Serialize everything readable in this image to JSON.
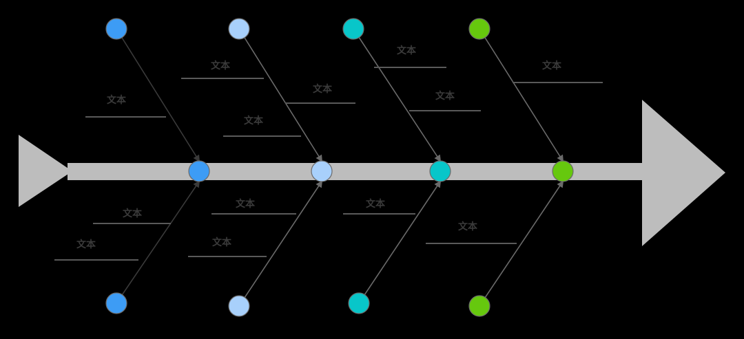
{
  "colors": {
    "background": "#000000",
    "spine": "#bdbdbd",
    "label_text": "#3a3a3a",
    "label_line": "#5a5a5a",
    "bone_dark": "#3a3a3a",
    "bone_light": "#6a6a6a",
    "node_stroke": "#6b6b6b"
  },
  "categories": [
    {
      "color": "#3d9cf5",
      "dark_bone": true
    },
    {
      "color": "#a8d0fb",
      "dark_bone": false
    },
    {
      "color": "#08c6c9",
      "dark_bone": false
    },
    {
      "color": "#66c80e",
      "dark_bone": false
    }
  ],
  "labels": {
    "upper": [
      {
        "category": 0,
        "text": "文本"
      },
      {
        "category": 1,
        "text": "文本"
      },
      {
        "category": 1,
        "text": "文本"
      },
      {
        "category": 1,
        "text": "文本"
      },
      {
        "category": 2,
        "text": "文本"
      },
      {
        "category": 2,
        "text": "文本"
      },
      {
        "category": 3,
        "text": "文本"
      }
    ],
    "lower": [
      {
        "category": 0,
        "text": "文本"
      },
      {
        "category": 0,
        "text": "文本"
      },
      {
        "category": 1,
        "text": "文本"
      },
      {
        "category": 1,
        "text": "文本"
      },
      {
        "category": 2,
        "text": "文本"
      },
      {
        "category": 3,
        "text": "文本"
      }
    ]
  }
}
